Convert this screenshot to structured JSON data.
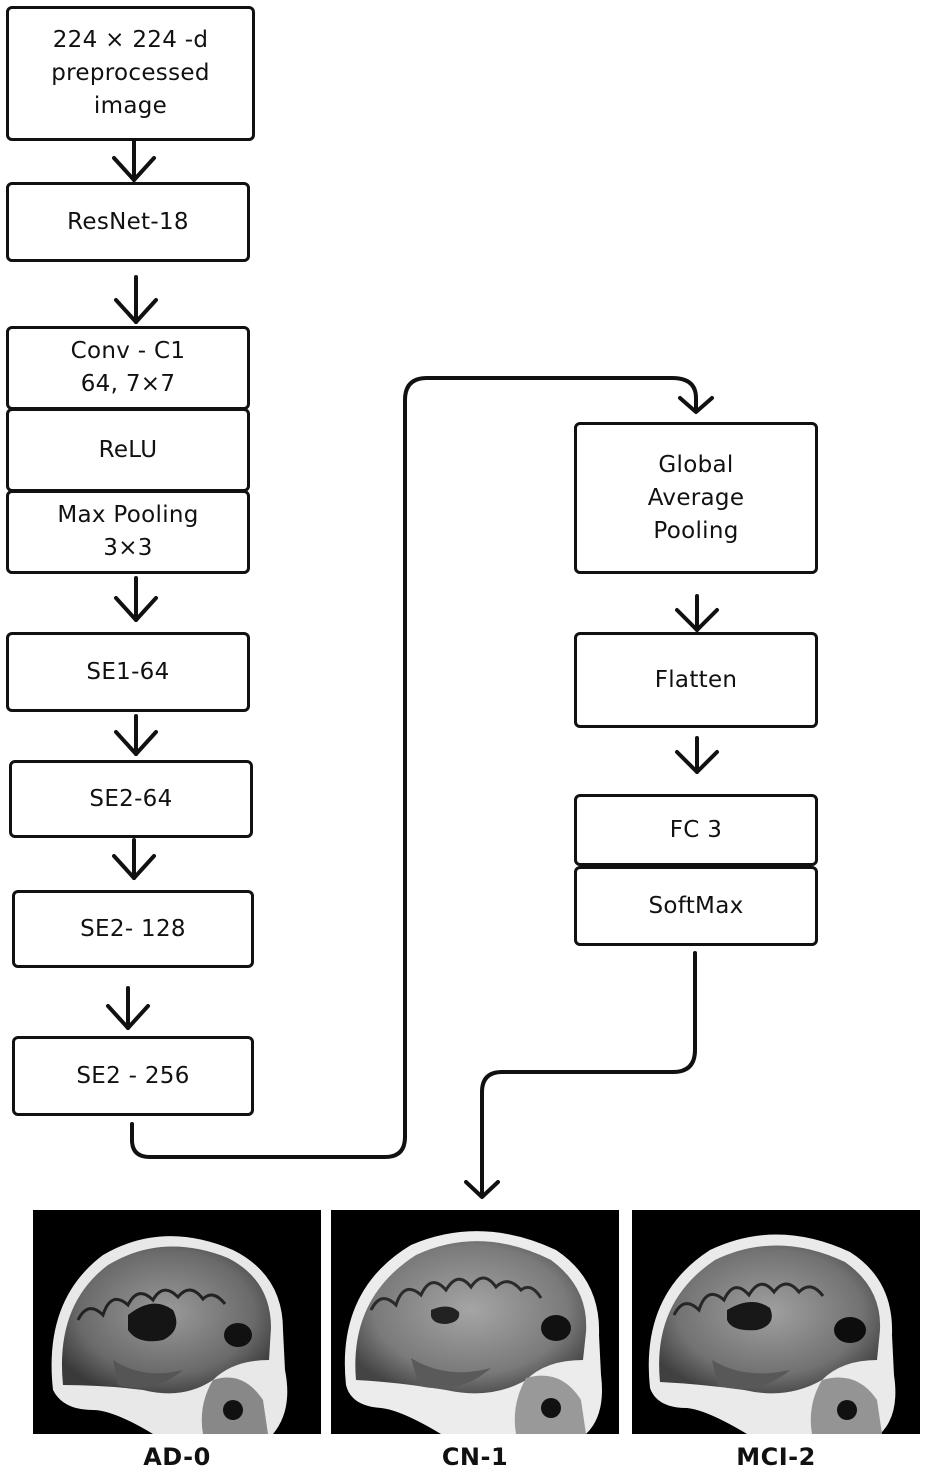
{
  "left_column": {
    "input": [
      "224 × 224 -d",
      "preprocessed",
      "image"
    ],
    "resnet": "ResNet-18",
    "conv": [
      "Conv - C1",
      "64, 7×7"
    ],
    "relu": "ReLU",
    "maxpool": [
      "Max Pooling",
      "3×3"
    ],
    "se1": "SE1-64",
    "se2a": "SE2-64",
    "se2b": "SE2- 128",
    "se2c": "SE2 - 256"
  },
  "right_column": {
    "gap": [
      "Global",
      "Average",
      "Pooling"
    ],
    "flatten": "Flatten",
    "fc": "FC 3",
    "softmax": "SoftMax"
  },
  "outputs": [
    {
      "label": "AD-0",
      "image": "brain-mri-sagittal"
    },
    {
      "label": "CN-1",
      "image": "brain-mri-sagittal"
    },
    {
      "label": "MCI-2",
      "image": "brain-mri-sagittal"
    }
  ],
  "colors": {
    "line": "#111111",
    "background": "#ffffff",
    "image_bg": "#000000"
  }
}
